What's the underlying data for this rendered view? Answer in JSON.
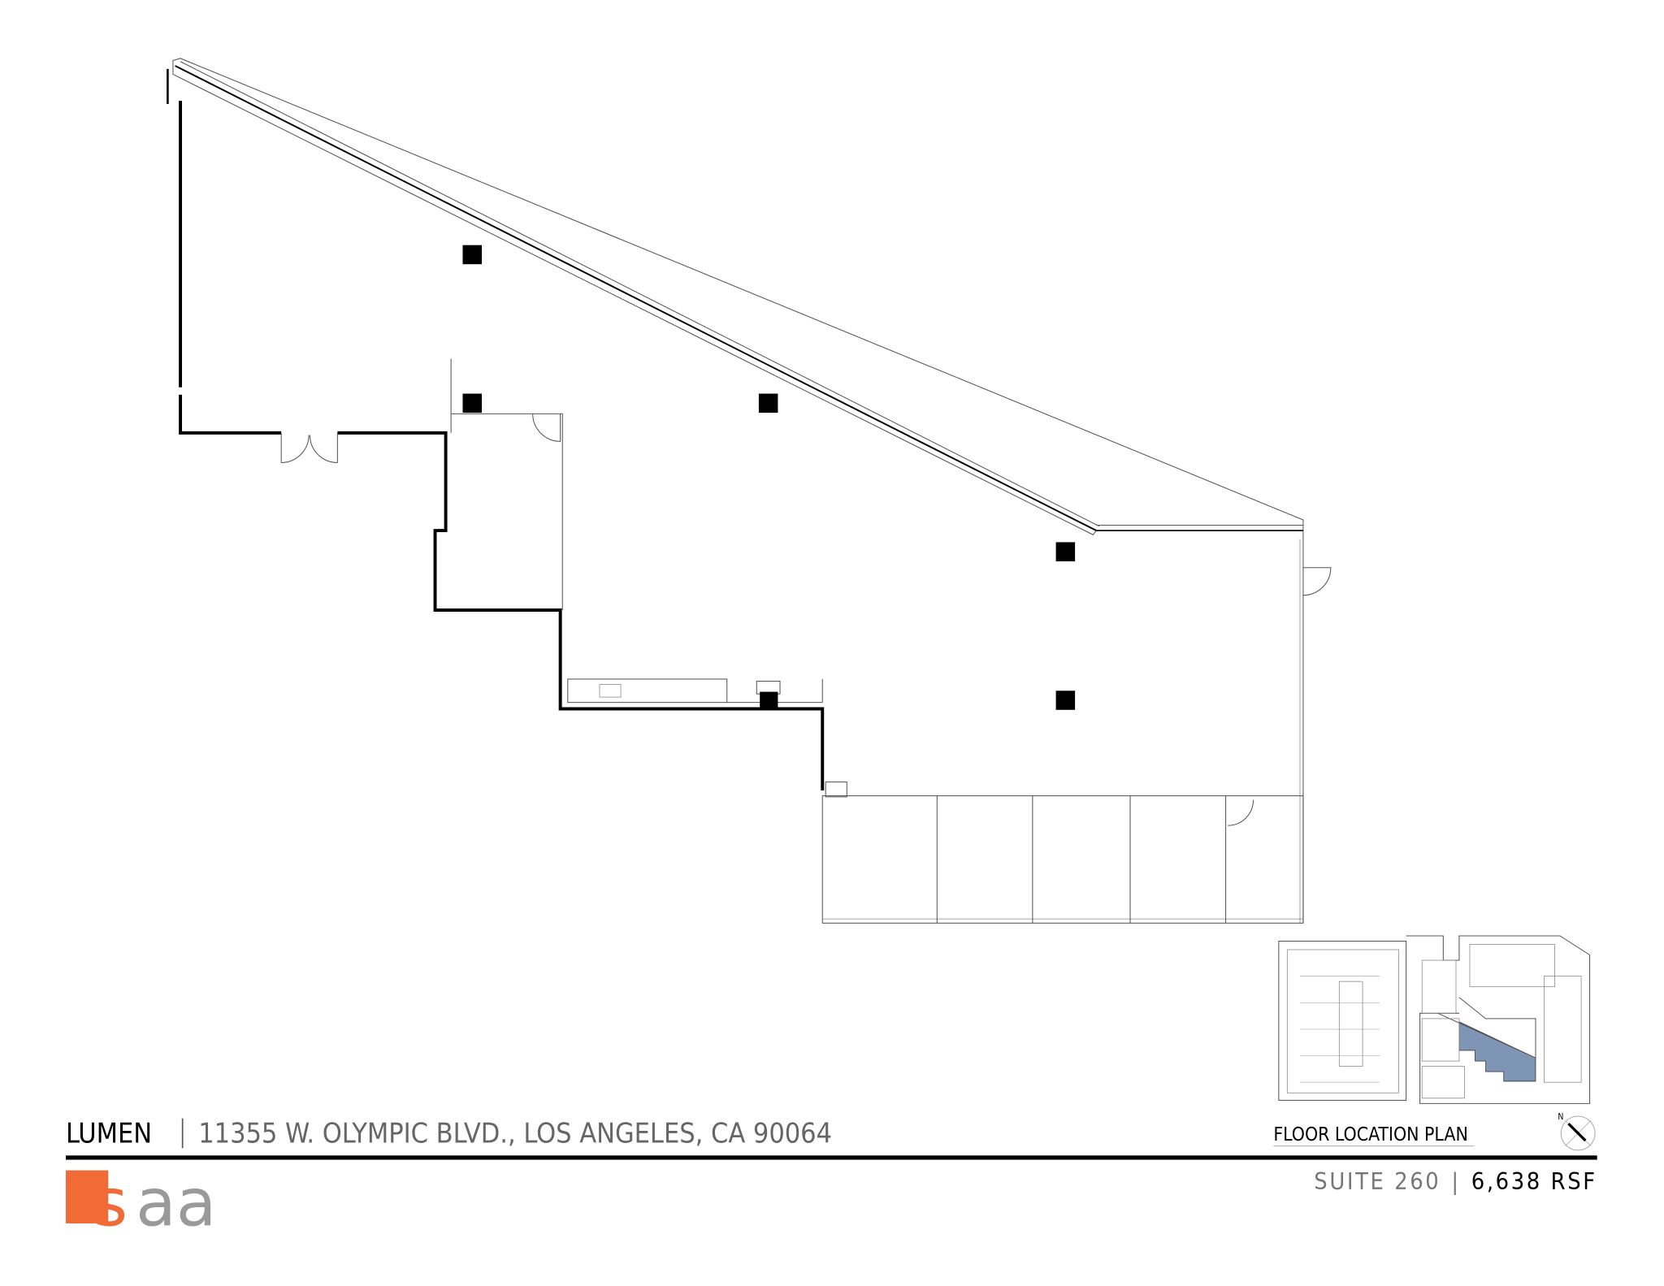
{
  "header": {
    "building": "LUMEN",
    "separator": "|",
    "address": "11355 W. OLYMPIC BLVD., LOS ANGELES, CA 90064"
  },
  "suite": {
    "label": "SUITE 260",
    "separator": "|",
    "area": "6,638 RSF"
  },
  "key_plan": {
    "title": "FLOOR LOCATION PLAN",
    "north_label": "N",
    "highlight_color": "#7f95b5"
  },
  "logo": {
    "text": "saa",
    "accent_color": "#f26a36",
    "text_color": "#9a9a9a"
  }
}
